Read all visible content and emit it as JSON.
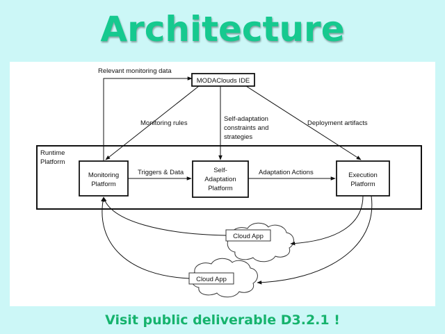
{
  "slide": {
    "title": "Architecture",
    "footer": "Visit public deliverable D3.2.1 !"
  },
  "diagram": {
    "ide_label": "MODAClouds IDE",
    "runtime_label": [
      "Runtime",
      "Platform"
    ],
    "monitoring_platform": [
      "Monitoring",
      "Platform"
    ],
    "self_adaptation_platform": [
      "Self-",
      "Adaptation",
      "Platform"
    ],
    "execution_platform": [
      "Execution",
      "Platform"
    ],
    "cloud_app_1": "Cloud App",
    "cloud_app_2": "Cloud App",
    "edges": {
      "relevant_monitoring_data": "Relevant monitoring data",
      "monitoring_rules": "Monitoring rules",
      "self_adaptation_constraints": [
        "Self-adaptation",
        "constraints and",
        "strategies"
      ],
      "deployment_artifacts": "Deployment artifacts",
      "triggers_data": "Triggers & Data",
      "adaptation_actions": "Adaptation Actions"
    }
  }
}
